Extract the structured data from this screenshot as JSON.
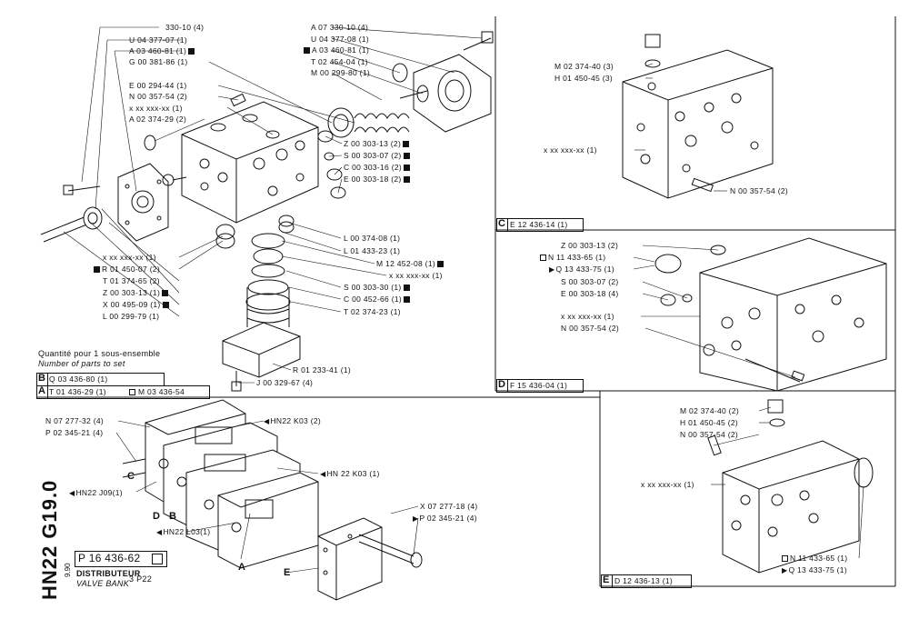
{
  "panel_main": {
    "labels_left": [
      "330-10 (4)",
      "U 04 377-07 (1)",
      "A 03 460-81 (1)",
      "G 00 381-86 (1)",
      "E 00 294-44 (1)",
      "N 00 357-54 (2)",
      "x xx xxx-xx (1)",
      "A 02 374-29 (2)"
    ],
    "labels_top_right": [
      "A 07 330-10 (4)",
      "U 04 377-08 (1)",
      "A 03 460-81 (1)",
      "T 02 454-04 (1)",
      "M 00 299-80 (1)"
    ],
    "labels_seals": [
      "Z 00 303-13 (2)",
      "S 00 303-07 (2)",
      "C 00 303-16 (2)",
      "E 00 303-18 (2)"
    ],
    "labels_bottom_left": [
      "x xx xxx-xx (1)",
      "R 01 450-07 (2)",
      "T 01 374-65 (2)",
      "Z 00 303-13 (1)",
      "X 00 495-09 (1)",
      "L 00 299-79 (1)"
    ],
    "labels_spool": [
      "L 00 374-08 (1)",
      "L 01 433-23 (1)",
      "M 12 452-08 (1)",
      "x xx xxx-xx (1)",
      "S 00 303-30 (1)",
      "C 00 452-66 (1)",
      "T 02 374-23 (1)"
    ],
    "labels_base": [
      "R 01 233-41 (1)",
      "J 00 329-67 (4)"
    ],
    "quantity_fr": "Quantité pour 1 sous-ensemble",
    "quantity_en": "Number of parts to set",
    "set_b": "Q 03 436-80 (1)",
    "set_b_letter": "B",
    "set_a": "T 01 436-29 (1)",
    "set_a_letter": "A",
    "set_a_alt": "M 03 436-54"
  },
  "panel_c": {
    "labels": [
      "M 02 374-40 (3)",
      "H 01 450-45 (3)",
      "x xx xxx-xx (1)",
      "N 00 357-54 (2)"
    ],
    "letter": "C",
    "ref": "E 12 436-14 (1)"
  },
  "panel_d": {
    "labels": [
      "Z 00 303-13 (2)",
      "N 11 433-65 (1)",
      "Q 13 433-75 (1)",
      "S 00 303-07 (2)",
      "E 00 303-18 (4)",
      "x xx xxx-xx (1)",
      "N 00 357-54 (2)"
    ],
    "letter": "D",
    "ref": "F 15 436-04 (1)"
  },
  "panel_e": {
    "labels": [
      "M 02 374-40 (2)",
      "H 01 450-45 (2)",
      "N 00 357-54 (2)",
      "x xx xxx-xx (1)",
      "N 11 433-65 (1)",
      "Q 13 433-75 (1)"
    ],
    "letter": "E",
    "ref": "D 12 436-13 (1)"
  },
  "assembly": {
    "labels": [
      "N 07 277-32 (4)",
      "P 02 345-21 (4)",
      "HN22 K03 (2)",
      "HN 22 K03 (1)",
      "HN22 J09(1)",
      "HN22 L03(1)",
      "X 07 277-18 (4)",
      "P 02 345-21 (4)"
    ],
    "letters": [
      "C",
      "D",
      "B",
      "A",
      "E"
    ]
  },
  "title_block": {
    "code": "HN22 G19.0",
    "date": "9.90",
    "part_no": "P 16 436-62",
    "name_fr": "DISTRIBUTEUR",
    "name_en": "VALVE BANK",
    "variant": "3 P22"
  }
}
